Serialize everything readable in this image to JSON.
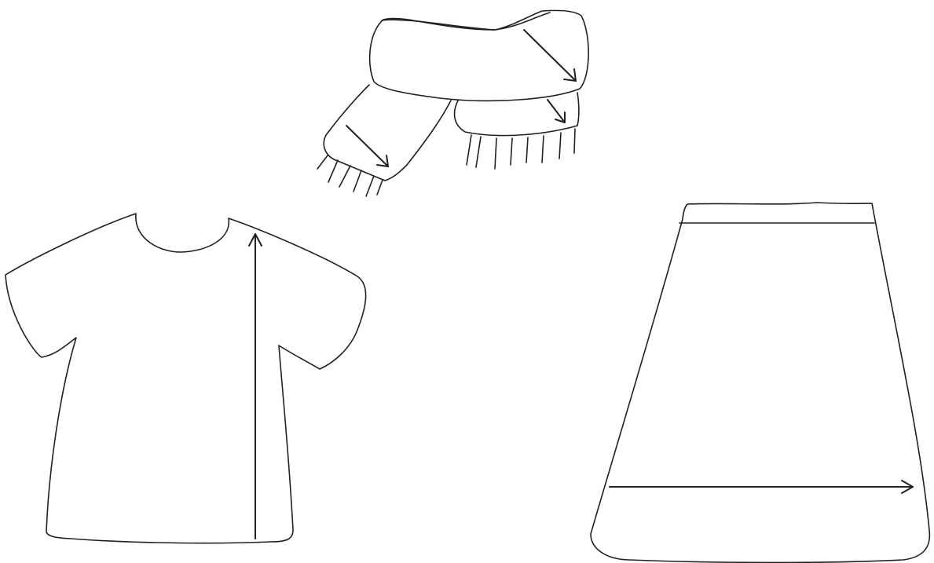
{
  "garments": [
    {
      "name": "scarf",
      "icon": "scarf-icon"
    },
    {
      "name": "t-shirt",
      "icon": "t-shirt-icon"
    },
    {
      "name": "skirt",
      "icon": "skirt-icon"
    }
  ],
  "colors": {
    "stroke": "#231f20",
    "background": "#ffffff"
  }
}
